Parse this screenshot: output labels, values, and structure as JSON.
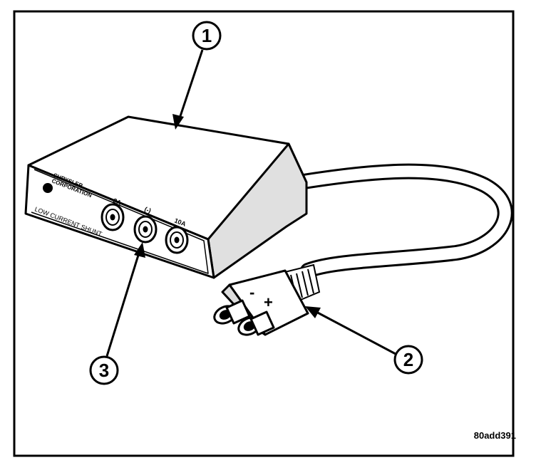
{
  "box_labels": {
    "brand_line1": "CHRYSLER",
    "brand_line2": "CORPORATION",
    "jack_2a": "2A",
    "jack_common": "(-)",
    "jack_10a": "10A",
    "device_name": "LOW CURRENT SHUNT"
  },
  "plug_labels": {
    "minus": "-",
    "plus": "+"
  },
  "callouts": [
    "1",
    "2",
    "3"
  ],
  "reference_code": "80add391"
}
